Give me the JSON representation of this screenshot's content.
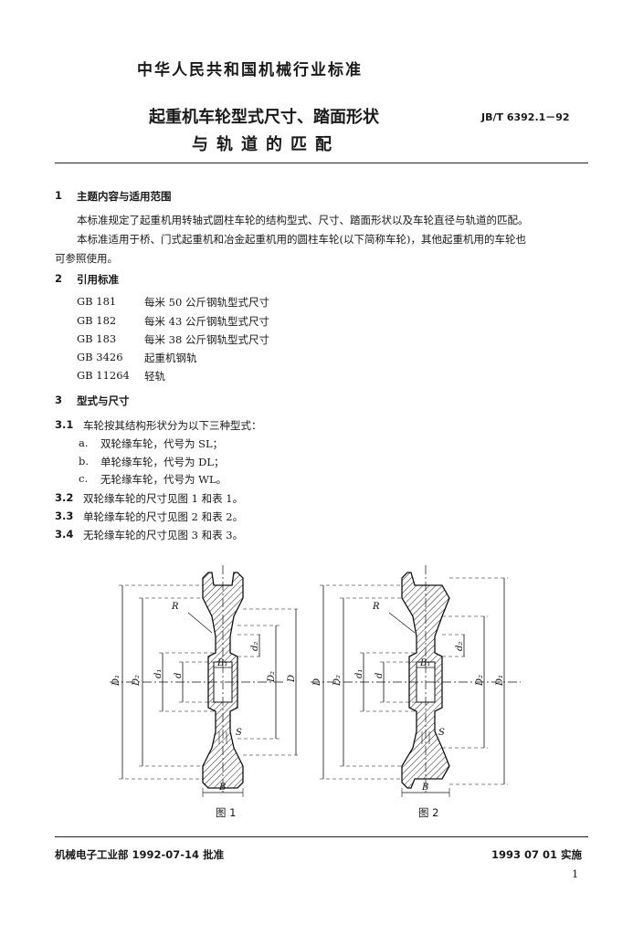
{
  "header": {
    "org": "中华人民共和国机械行业标准",
    "title_line1": "起重机车轮型式尺寸、踏面形状",
    "title_line2": "与轨道的匹配",
    "standard_no": "JB/T 6392.1－92"
  },
  "section1": {
    "num": "1",
    "heading": "主题内容与适用范围",
    "para1": "本标准规定了起重机用转轴式圆柱车轮的结构型式、尺寸、踏面形状以及车轮直径与轨道的匹配。",
    "para2_line1": "本标准适用于桥、门式起重机和冶金起重机用的圆柱车轮(以下简称车轮)，其他起重机用的车轮也",
    "para2_line2": "可参照使用。"
  },
  "section2": {
    "num": "2",
    "heading": "引用标准",
    "refs": [
      {
        "code": "GB  181",
        "name": "每米 50 公斤钢轨型式尺寸"
      },
      {
        "code": "GB  182",
        "name": "每米 43 公斤钢轨型式尺寸"
      },
      {
        "code": "GB  183",
        "name": "每米 38 公斤钢轨型式尺寸"
      },
      {
        "code": "GB  3426",
        "name": "起重机钢轨"
      },
      {
        "code": "GB  11264",
        "name": "轻轨"
      }
    ]
  },
  "section3": {
    "num": "3",
    "heading": "型式与尺寸",
    "clauses": [
      {
        "num": "3.1",
        "text": "车轮按其结构形状分为以下三种型式："
      },
      {
        "num": "3.2",
        "text": "双轮缘车轮的尺寸见图 1  和表 1。"
      },
      {
        "num": "3.3",
        "text": "单轮缘车轮的尺寸见图 2  和表 2。"
      },
      {
        "num": "3.4",
        "text": "无轮缘车轮的尺寸见图 3  和表 3。"
      }
    ],
    "items": [
      {
        "label": "a.",
        "text": "双轮缘车轮，代号为 SL；"
      },
      {
        "label": "b.",
        "text": "单轮缘车轮，代号为 DL；"
      },
      {
        "label": "c.",
        "text": "无轮缘车轮，代号为 WL。"
      }
    ]
  },
  "figures": {
    "fig1_caption": "图 1",
    "fig2_caption": "图 2",
    "labels": {
      "R": "R",
      "D1": "D₁",
      "D2": "D₂",
      "D": "D",
      "d": "d",
      "d1": "d₁",
      "d2": "d₂",
      "B": "B",
      "B1": "B₁",
      "S": "S"
    }
  },
  "footer": {
    "approval": "机械电子工业部 1992-07-14 批准",
    "effective": "1993 07 01 实施",
    "page": "1"
  }
}
